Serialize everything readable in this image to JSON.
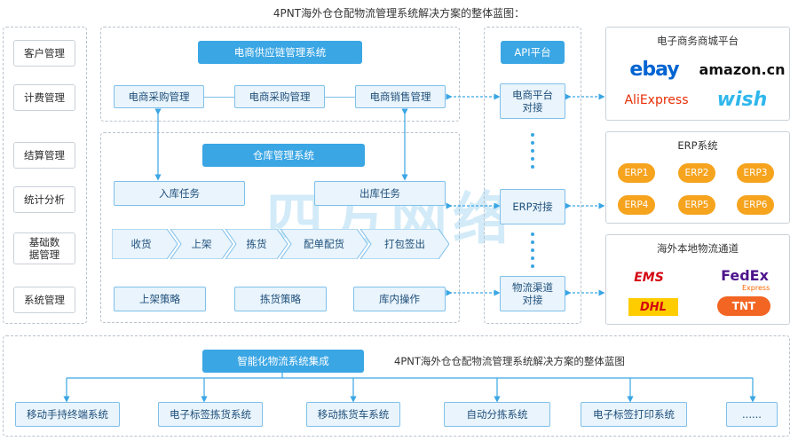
{
  "title": "4PNT海外仓仓配物流管理系统解决方案的整体蓝图：",
  "left_modules": [
    "客户管理",
    "计费管理",
    "结算管理",
    "统计分析",
    "基础数据管理",
    "系统管理"
  ],
  "supply_chain": {
    "header": "电商供应链管理系统",
    "items": [
      "电商采购管理",
      "电商采购管理",
      "电商销售管理"
    ]
  },
  "warehouse": {
    "header": "仓库管理系统",
    "inbound": "入库任务",
    "outbound": "出库任务",
    "flow": [
      "收货",
      "上架",
      "拣货",
      "配单配货",
      "打包签出"
    ],
    "strategies": [
      "上架策略",
      "拣货策略",
      "库内操作"
    ]
  },
  "watermark": "四方网络",
  "api": {
    "header": "API平台",
    "items": [
      "电商平台对接",
      "ERP对接",
      "物流渠道对接"
    ]
  },
  "ecommerce": {
    "title": "电子商务商城平台",
    "logos": [
      "ebay",
      "amazon.cn",
      "AliExpress",
      "wish"
    ]
  },
  "erp": {
    "title": "ERP系统",
    "items": [
      "ERP1",
      "ERP2",
      "ERP3",
      "ERP4",
      "ERP5",
      "ERP6"
    ]
  },
  "logistics": {
    "title": "海外本地物流通道",
    "logos": [
      "EMS",
      "FedEx",
      "Express",
      "DHL",
      "TNT"
    ]
  },
  "integration": {
    "header": "智能化物流系统集成",
    "caption": "4PNT海外仓仓配物流管理系统解决方案的整体蓝图",
    "items": [
      "移动手持终端系统",
      "电子标签拣货系统",
      "移动拣货车系统",
      "自动分拣系统",
      "电子标签打印系统",
      "......"
    ]
  },
  "colors": {
    "accent": "#3aa6e4",
    "erp": "#f6a31e",
    "ebay_red": "#e53238",
    "ebay_blue": "#0064d2",
    "amazon": "#111111",
    "aliexpress": "#e62e04",
    "wish": "#2fb7ec",
    "dhl_yellow": "#ffcc00",
    "dhl_red": "#d40511",
    "fedex_purple": "#4d148c",
    "fedex_orange": "#ff6600",
    "tnt": "#f26522"
  }
}
